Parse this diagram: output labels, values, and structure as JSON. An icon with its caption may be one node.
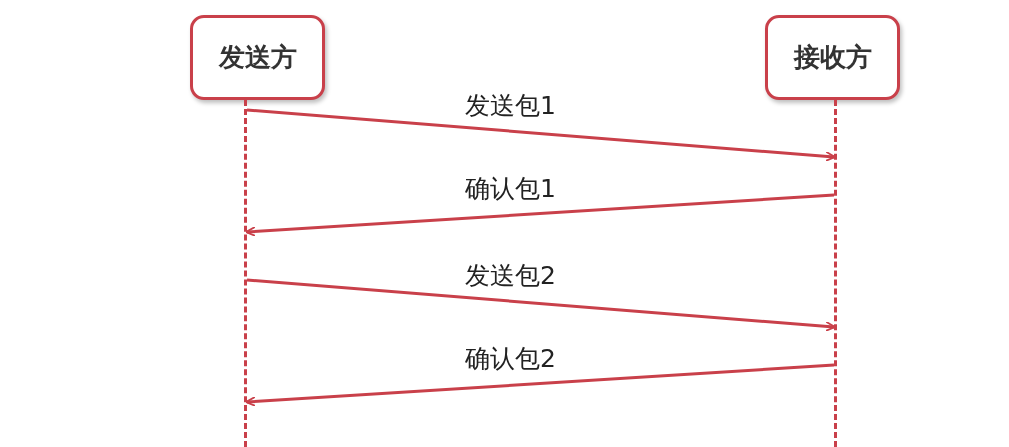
{
  "diagram": {
    "nodes": [
      {
        "text": [
          "发送方"
        ]
      },
      {
        "text": [
          "接收方"
        ]
      },
      {
        "text": [],
        "shape": "bar"
      },
      {
        "text": [],
        "shape": "bar"
      }
    ],
    "edges": [
      {
        "from": 2,
        "to": 3,
        "arrow": "to",
        "label": "发送包1"
      },
      {
        "from": 3,
        "to": 2,
        "arrow": "to",
        "label": "确认包1"
      },
      {
        "from": 2,
        "to": 3,
        "arrow": "to",
        "label": "发送包2"
      },
      {
        "from": 3,
        "to": 2,
        "arrow": "to",
        "label": "确认包2"
      }
    ]
  }
}
